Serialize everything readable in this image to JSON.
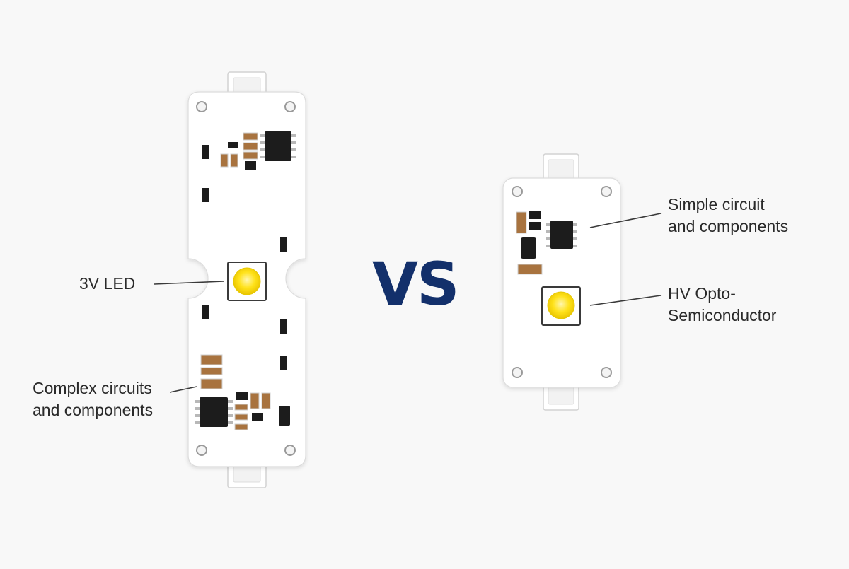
{
  "comparison_text": "VS",
  "colors": {
    "vs": "#13306b",
    "board": "#ffffff",
    "board_edge": "#d9d9d9",
    "ic": "#1c1c1c",
    "led": "#f5d400",
    "leader_line": "#3a3a3a",
    "text": "#2a2a2a"
  },
  "left_board": {
    "labels": {
      "led": "3V LED",
      "circuits_line1": "Complex circuits",
      "circuits_line2": "and components"
    }
  },
  "right_board": {
    "labels": {
      "circuit_line1": "Simple circuit",
      "circuit_line2": "and components",
      "opto_line1": "HV Opto-",
      "opto_line2": "Semiconductor"
    }
  }
}
